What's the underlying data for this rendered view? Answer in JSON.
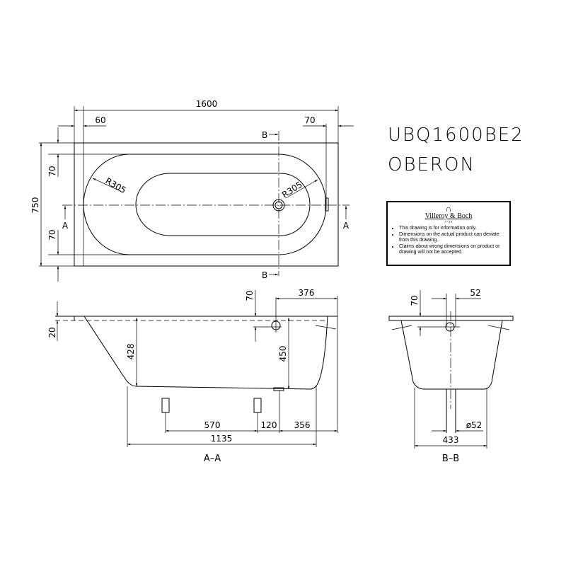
{
  "product": {
    "code": "UBQ1600BE2",
    "name": "OBERON"
  },
  "logo": {
    "brand": "Villeroy & Boch",
    "year": "1748"
  },
  "notes": [
    "This drawing is for information only.",
    "Dimensions on the actual product can deviate from this drawing.",
    "Claims about wrong dimensions on product or drawing will not be accepted."
  ],
  "plan_view": {
    "length": "1600",
    "width": "750",
    "rim_left": "60",
    "rim_right": "70",
    "rim_top": "70",
    "rim_bottom": "70",
    "radius_left": "R305",
    "radius_right": "R305",
    "section_a": "A",
    "section_b": "B"
  },
  "section_aa": {
    "label": "A–A",
    "rim": "20",
    "depth_left": "428",
    "depth_drain": "450",
    "overflow_drop": "70",
    "drain_offset": "376",
    "feet_spacing": "570",
    "foot_to_drain": "120",
    "drain_to_end": "356",
    "bottom_length": "1135"
  },
  "section_bb": {
    "label": "B–B",
    "overflow_drop": "70",
    "overflow_dia": "52",
    "drain_dia": "ø52",
    "bottom_width": "433"
  }
}
